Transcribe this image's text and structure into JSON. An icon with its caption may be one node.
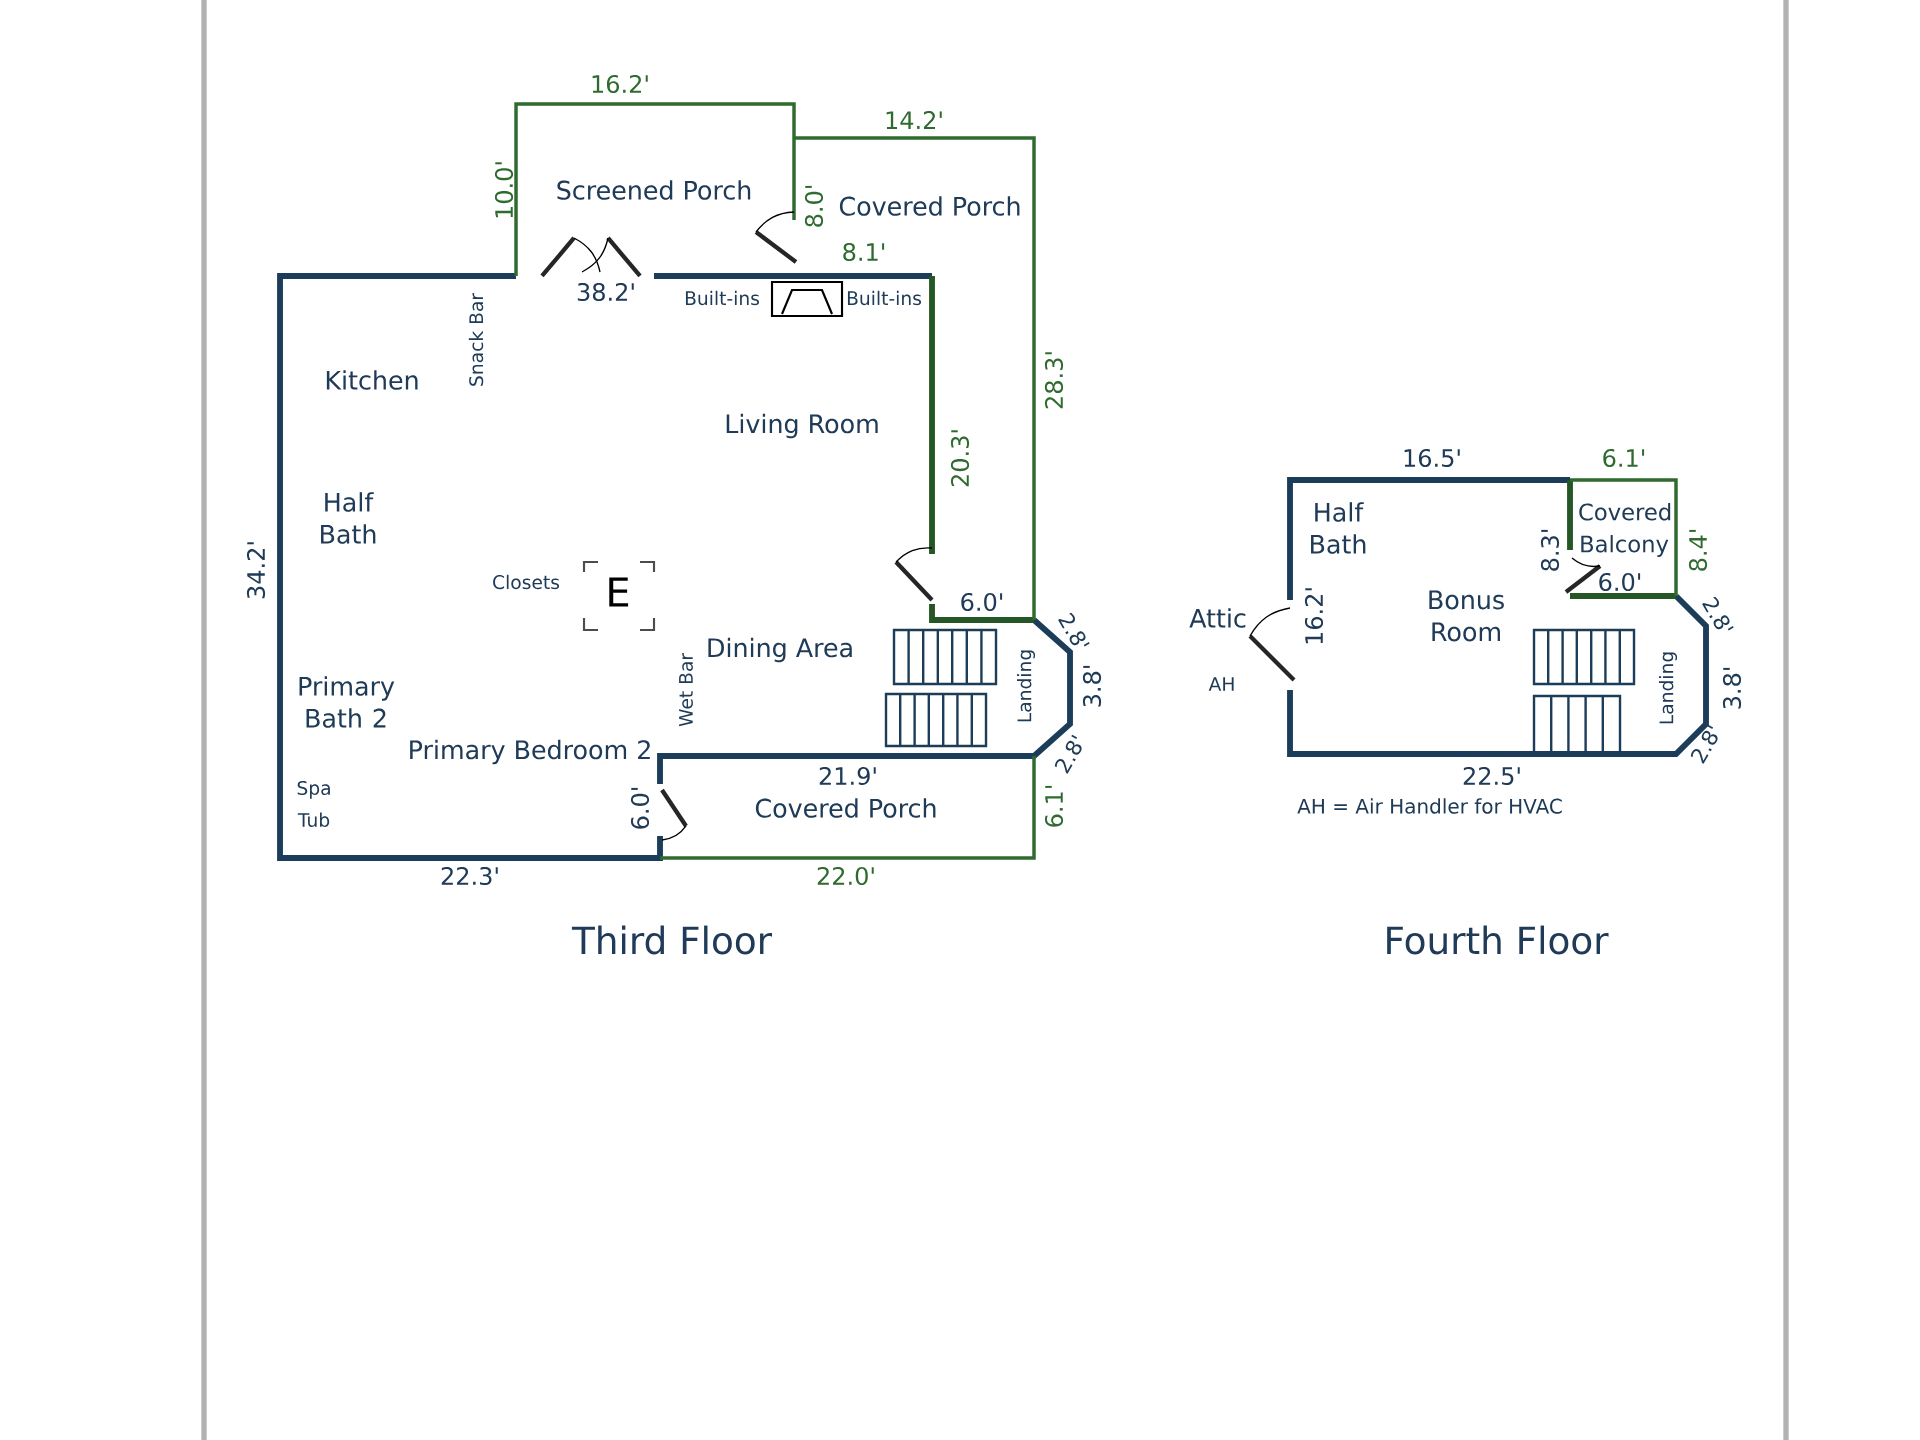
{
  "diagram": {
    "labels": [
      "16.2'",
      "14.2'",
      "10.0'",
      "Screened Porch",
      "8.0'",
      "Covered Porch",
      "8.1'",
      "38.2'",
      "Built-ins",
      "Built-ins",
      "Snack Bar",
      "Kitchen",
      "28.3'",
      "Living Room",
      "20.3'",
      "Half Bath",
      "34.2'",
      "Closets",
      "E",
      "6.0'",
      "2.8'",
      "Primary Bath 2",
      "Wet Bar",
      "Dining Area",
      "Landing",
      "3.8'",
      "Primary Bedroom 2",
      "2.8'",
      "21.9'",
      "Spa Tub",
      "6.0'",
      "Covered Porch",
      "6.1'",
      "22.3'",
      "22.0'",
      "Third Floor",
      "16.5'",
      "6.1'",
      "Half Bath",
      "8.3'",
      "Covered Balcony",
      "8.4'",
      "Attic",
      "16.2'",
      "Bonus Room",
      "6.0'",
      "2.8'",
      "AH",
      "Landing",
      "3.8'",
      "2.8'",
      "22.5'",
      "AH = Air Handler for HVAC",
      "Fourth Floor"
    ]
  }
}
